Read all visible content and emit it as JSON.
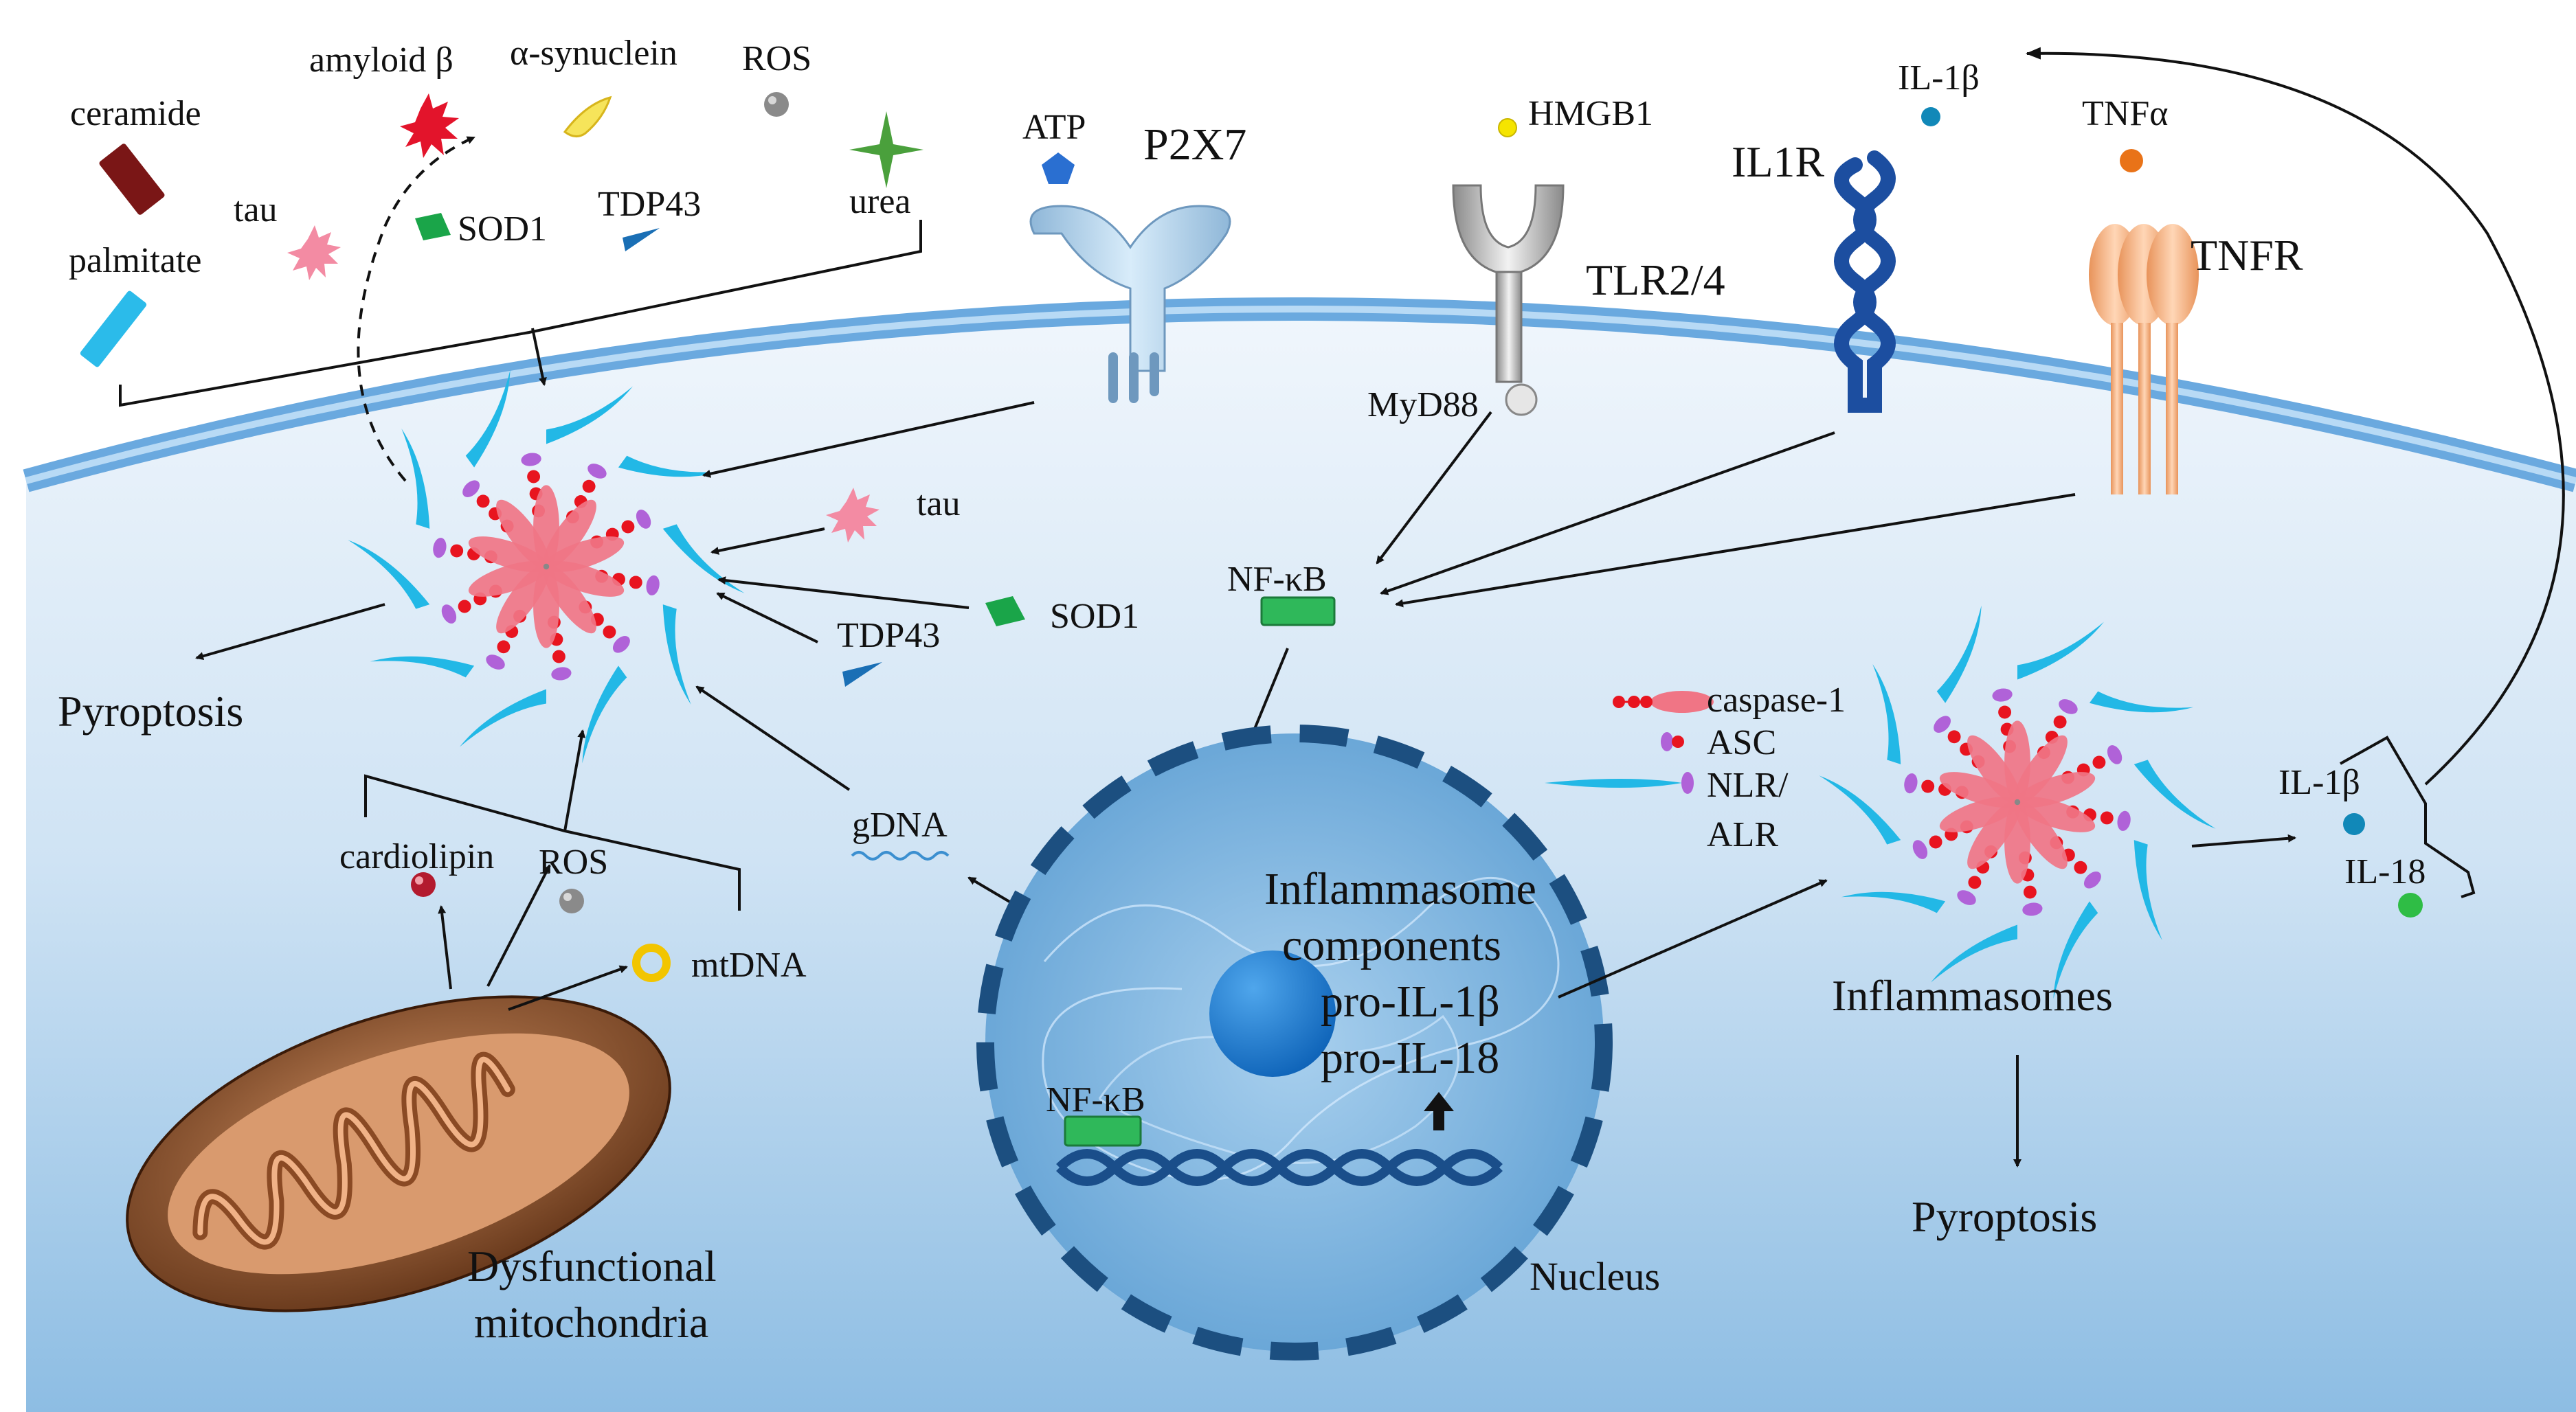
{
  "extracellular": {
    "ceramide": "ceramide",
    "palmitate": "palmitate",
    "tau": "tau",
    "amyloid": "amyloid β",
    "synuclein": "α-synuclein",
    "ros": "ROS",
    "sod1": "SOD1",
    "tdp43": "TDP43",
    "urea": "urea",
    "atp": "ATP",
    "hmgb1": "HMGB1",
    "il1b": "IL-1β",
    "tnfa": "TNFα"
  },
  "receptors": {
    "p2x7": "P2X7",
    "tlr": "TLR2/4",
    "il1r": "IL1R",
    "tnfr": "TNFR",
    "myd88": "MyD88"
  },
  "cytoplasm": {
    "tau": "tau",
    "sod1": "SOD1",
    "tdp43": "TDP43",
    "nfkb": "NF-κB",
    "gdna": "gDNA",
    "pyroptosis_left": "Pyroptosis",
    "cardiolipin": "cardiolipin",
    "ros": "ROS",
    "mtdna": "mtDNA",
    "mito_line1": "Dysfunctional",
    "mito_line2": "mitochondria"
  },
  "nucleus": {
    "nfkb": "NF-κB",
    "line1": "Inflammasome",
    "line2": "components",
    "line3": "pro-IL-1β",
    "line4": "pro-IL-18",
    "label": "Nucleus"
  },
  "legend": {
    "caspase": "caspase-1",
    "asc": "ASC",
    "nlr1": "NLR/",
    "nlr2": "ALR"
  },
  "right": {
    "inflammasomes": "Inflammasomes",
    "pyroptosis": "Pyroptosis",
    "il1b": "IL-1β",
    "il18": "IL-18"
  },
  "colors": {
    "membrane": "#7fb8e6",
    "cytoplasm_top": "#e7f1fa",
    "cytoplasm_bottom": "#8dbde3",
    "nucleus": "#79b1dd",
    "nfkb": "#2fb85a",
    "caspase": "#f07585",
    "nlr": "#22b8e6",
    "asc": "#b062d8"
  }
}
